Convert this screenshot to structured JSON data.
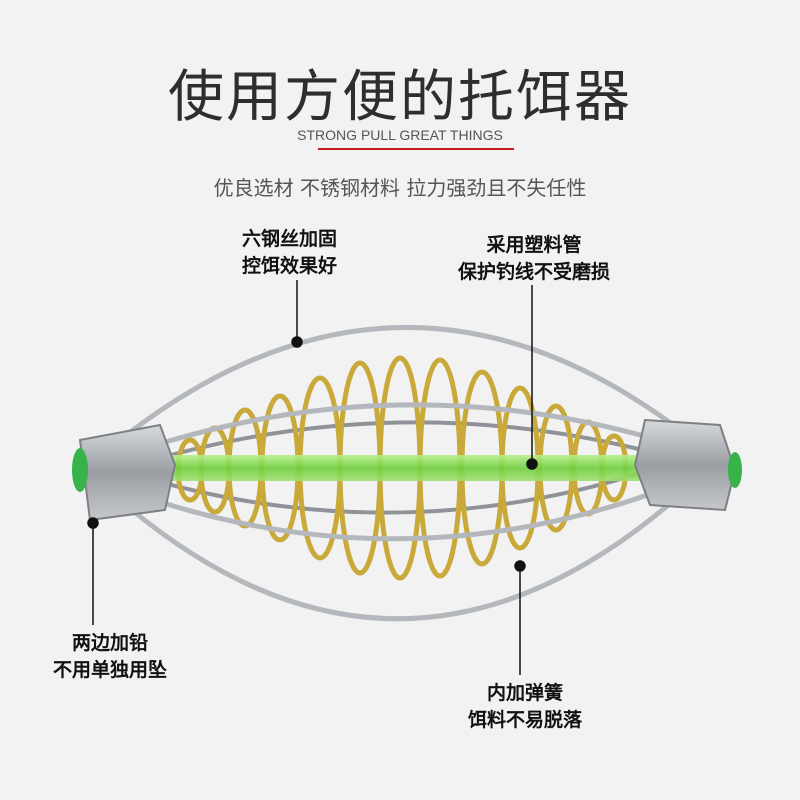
{
  "title": "使用方便的托饵器",
  "subtitle": "STRONG PULL GREAT THINGS",
  "tagline": "优良选材 不锈钢材料 拉力强劲且不失任性",
  "callouts": {
    "steel_wire": [
      "六钢丝加固",
      "控饵效果好"
    ],
    "plastic_tube": [
      "采用塑料管",
      "保护钓线不受磨损"
    ],
    "lead_ends": [
      "两边加铅",
      "不用单独用坠"
    ],
    "spring": [
      "内加弹簧",
      "饵料不易脱落"
    ]
  },
  "colors": {
    "accent_line": "#c41a1a",
    "spring_gold": "#c9a93a",
    "tube_green": "#7ed957",
    "steel": "#a9adb2",
    "background": "#f2f2f2"
  }
}
